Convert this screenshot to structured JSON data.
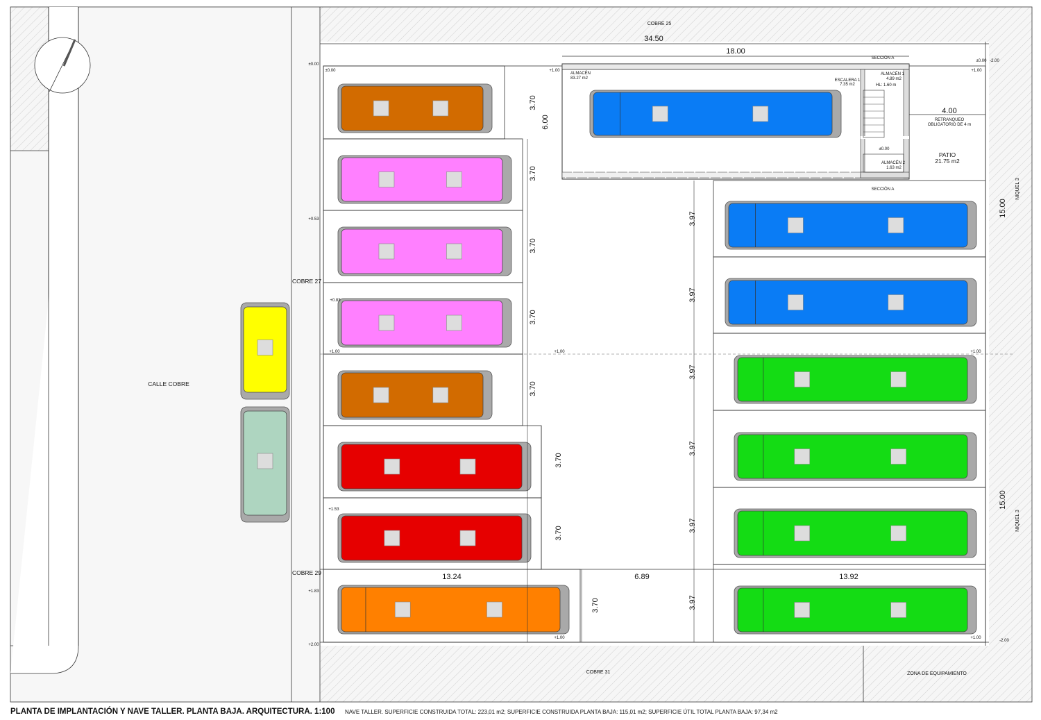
{
  "caption": {
    "title": "PLANTA DE IMPLANTACIÓN Y NAVE TALLER. PLANTA BAJA. ARQUITECTURA. 1:100",
    "subtitle": "NAVE TALLER. SUPERFICIE CONSTRUIDA TOTAL: 223,01 m2; SUPERFICIE CONSTRUIDA PLANTA BAJA: 115,01 m2; SUPERFICIE ÚTIL TOTAL PLANTA BAJA: 97,34 m2"
  },
  "streets": {
    "calle_cobre": "CALLE COBRE",
    "cobre_25": "COBRE 25",
    "cobre_27": "COBRE 27",
    "cobre_29": "COBRE 29",
    "cobre_31": "COBRE 31",
    "niquel_3": "NIQUEL 3",
    "zona_equipamiento": "ZONA DE EQUIPAMIENTO"
  },
  "rooms": {
    "almacen": {
      "name": "ALMACÉN",
      "area": "83.27 m2"
    },
    "almacen1": {
      "name": "ALMACÉN 1",
      "area": "4.89 m2"
    },
    "almacen2": {
      "name": "ALMACÉN 2",
      "area": "1.63 m2"
    },
    "escalera1": {
      "name": "ESCALERA 1",
      "area": "7.35 m2"
    },
    "hl": "HL: 1.60 m",
    "patio": {
      "name": "PATIO",
      "area": "21.75 m2"
    },
    "retranqueo": {
      "value": "4.00",
      "line1": "RETRANQUEO",
      "line2": "OBLIGATORIO DE 4 m"
    },
    "seccion": "SECCIÓN A",
    "inner_level": "±0.00"
  },
  "dimensions": {
    "total_width": "34.50",
    "building_width": "18.00",
    "building_depth": "6.00",
    "left_width": "13.24",
    "middle_width": "6.89",
    "right_width": "13.92",
    "right_depth": "15.00",
    "left_rows": [
      "3.70",
      "3.70",
      "3.70",
      "3.70",
      "3.70",
      "3.70",
      "3.70",
      "3.70"
    ],
    "right_rows": [
      "3.97",
      "3.97",
      "3.97",
      "3.97",
      "3.97",
      "3.97"
    ],
    "side": [
      "15.00",
      "15.00"
    ]
  },
  "levels": [
    "±0.00",
    "±0.00",
    "+0.53",
    "+0.83",
    "+1.00",
    "+1.53",
    "+1.83",
    "+2.00",
    "+1.00",
    "+1.00",
    "+1.00",
    "+1.00",
    "-2.00",
    "+1.00",
    "±0.00",
    "-2.00",
    "+1.00"
  ],
  "colors": {
    "orange_dark": "#d26b00",
    "orange": "#ff8000",
    "pink": "#ff80ff",
    "red": "#e60000",
    "blue": "#0a7cf5",
    "green": "#14dc14",
    "yellow": "#ffff00",
    "sage": "#aed5c0",
    "hatch": "#cfcfcf",
    "street": "#f7f7f7"
  },
  "containers": [
    {
      "color": "orange_dark"
    },
    {
      "color": "pink"
    },
    {
      "color": "pink"
    },
    {
      "color": "pink"
    },
    {
      "color": "orange_dark"
    },
    {
      "color": "red"
    },
    {
      "color": "red"
    },
    {
      "color": "orange"
    },
    {
      "color": "blue"
    },
    {
      "color": "blue"
    },
    {
      "color": "blue"
    },
    {
      "color": "green"
    },
    {
      "color": "green"
    },
    {
      "color": "green"
    },
    {
      "color": "green"
    },
    {
      "color": "yellow"
    },
    {
      "color": "sage"
    }
  ]
}
